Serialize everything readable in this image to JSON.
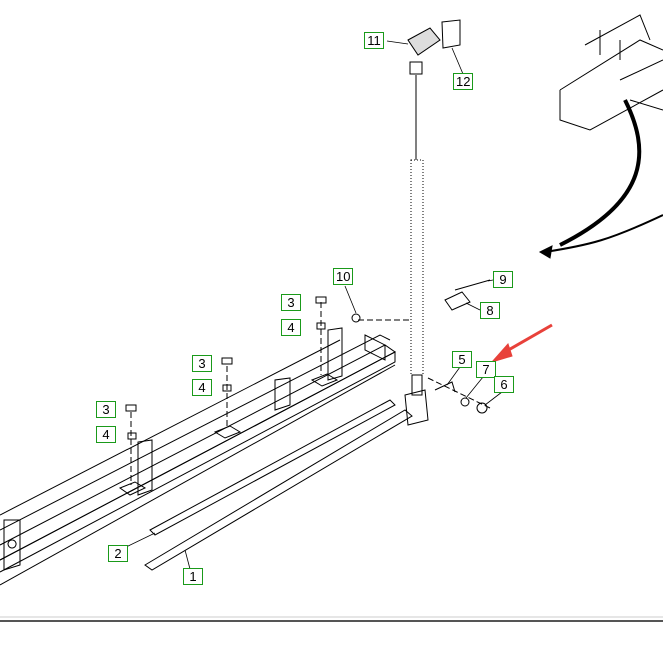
{
  "diagram": {
    "callouts": [
      {
        "id": "c11",
        "label": "11"
      },
      {
        "id": "c12",
        "label": "12"
      },
      {
        "id": "c10",
        "label": "10"
      },
      {
        "id": "c9",
        "label": "9"
      },
      {
        "id": "c3a",
        "label": "3"
      },
      {
        "id": "c4a",
        "label": "4"
      },
      {
        "id": "c8",
        "label": "8"
      },
      {
        "id": "c5",
        "label": "5"
      },
      {
        "id": "c7",
        "label": "7"
      },
      {
        "id": "c6",
        "label": "6"
      },
      {
        "id": "c3b",
        "label": "3"
      },
      {
        "id": "c4b",
        "label": "4"
      },
      {
        "id": "c3c",
        "label": "3"
      },
      {
        "id": "c4c",
        "label": "4"
      },
      {
        "id": "c2",
        "label": "2"
      },
      {
        "id": "c1",
        "label": "1"
      }
    ],
    "callout_color": "#1a9a1a",
    "arrow_color": "#e8413a"
  }
}
